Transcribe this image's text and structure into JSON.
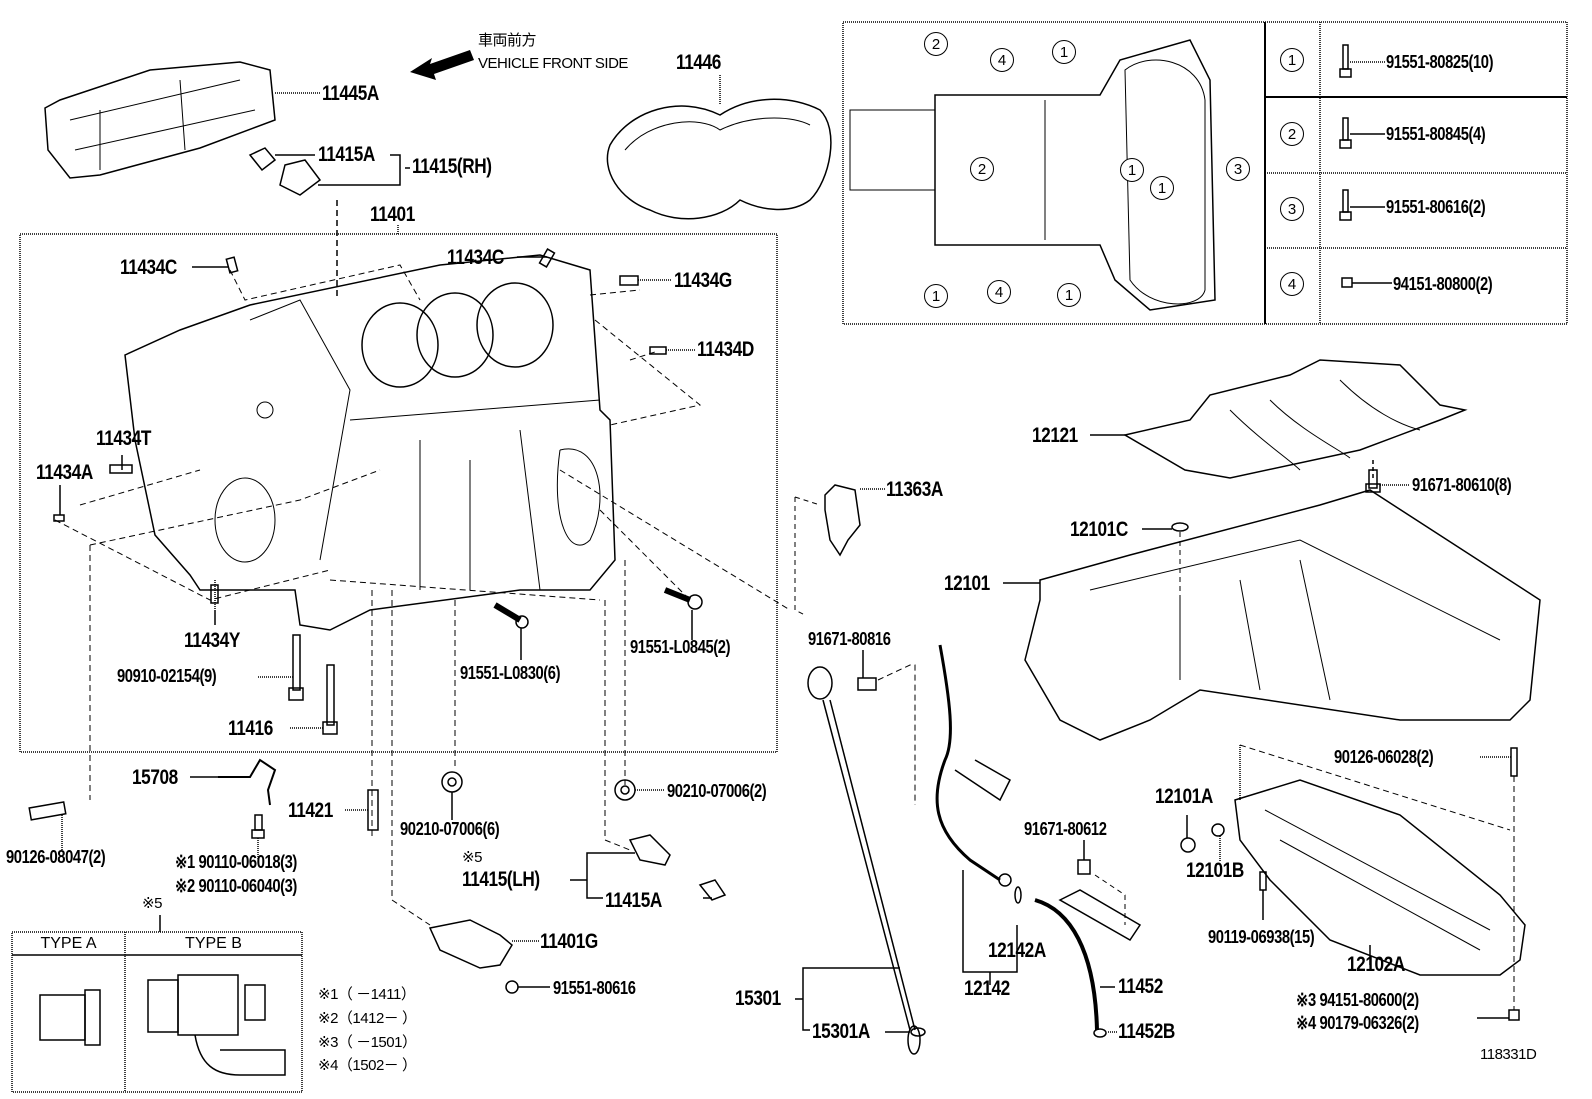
{
  "direction": {
    "japanese": "車両前方",
    "english": "VEHICLE FRONT SIDE"
  },
  "catalog_id": "118331D",
  "groups": {
    "cylinder_block": "11401",
    "rh_knock": "11415(RH)",
    "lh_knock": "11415(LH)",
    "oil_pan_bolt_legend_ref": "※5"
  },
  "labels": {
    "p11445A": "11445A",
    "p11446": "11446",
    "p11415A_top": "11415A",
    "p11434C_left": "11434C",
    "p11434C_mid": "11434C",
    "p11434G": "11434G",
    "p11434D": "11434D",
    "p11434T": "11434T",
    "p11434A": "11434A",
    "p11434Y": "11434Y",
    "p90910": "90910-02154(9)",
    "p11416": "11416",
    "p91551L0830": "91551-L0830(6)",
    "p91551L0845": "91551-L0845(2)",
    "p11363A": "11363A",
    "p12121": "12121",
    "p91671_80610": "91671-80610(8)",
    "p12101C": "12101C",
    "p12101": "12101",
    "p91671_80816": "91671-80816",
    "p90126_06028": "90126-06028(2)",
    "p12101A": "12101A",
    "p12101B": "12101B",
    "p90119": "90119-06938(15)",
    "p12102A": "12102A",
    "p91671_80612": "91671-80612",
    "p12142A": "12142A",
    "p12142": "12142",
    "p11452": "11452",
    "p11452B": "11452B",
    "p15301": "15301",
    "p15301A": "15301A",
    "p15708": "15708",
    "p11421": "11421",
    "p90210_6": "90210-07006(6)",
    "p90210_2": "90210-07006(2)",
    "p90126_08047": "90126-08047(2)",
    "p90110_06018": "※1 90110-06018(3)",
    "p90110_06040": "※2 90110-06040(3)",
    "p11415A_lh": "11415A",
    "p11401G": "11401G",
    "p91551_80616_bottom": "91551-80616",
    "p94151_80600": "※3  94151-80600(2)",
    "p90179_06326": "※4  90179-06326(2)"
  },
  "type_table": {
    "ref": "※5",
    "columns": [
      "TYPE A",
      "TYPE B"
    ]
  },
  "footnotes": [
    "※1（      －1411）",
    "※2（1412－      ）",
    "※3（      －1501）",
    "※4（1502－      ）"
  ],
  "bolt_legend": [
    {
      "num": "1",
      "part": "91551-80825(10)"
    },
    {
      "num": "2",
      "part": "91551-80845(4)"
    },
    {
      "num": "3",
      "part": "91551-80616(2)"
    },
    {
      "num": "4",
      "part": "94151-80800(2)"
    }
  ],
  "inset_callouts": [
    "2",
    "4",
    "1",
    "2",
    "1",
    "3",
    "1",
    "1",
    "4",
    "1"
  ]
}
